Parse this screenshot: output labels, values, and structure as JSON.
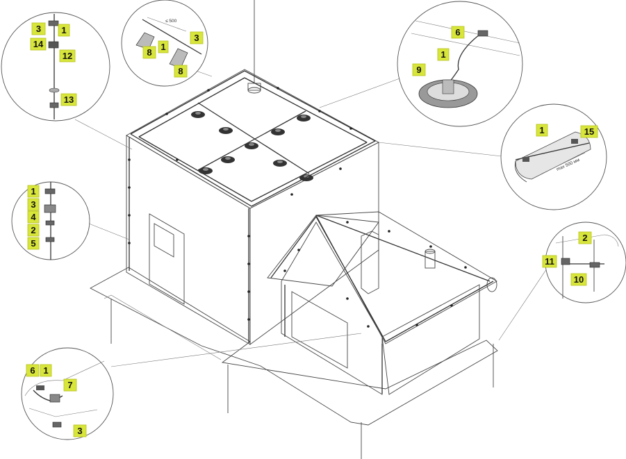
{
  "labels": {
    "circle_top_left": [
      "3",
      "1",
      "14",
      "12",
      "13"
    ],
    "circle_top_middle": [
      "3",
      "8",
      "1",
      "8"
    ],
    "circle_top_right": [
      "6",
      "1",
      "9"
    ],
    "circle_right_ridge": [
      "1",
      "15"
    ],
    "circle_left_middle": [
      "1",
      "3",
      "4",
      "2",
      "5"
    ],
    "circle_bottom_left": [
      "6",
      "1",
      "7",
      "3"
    ],
    "circle_right_bottom": [
      "2",
      "11",
      "10"
    ]
  },
  "dimensions": {
    "bracket_spacing": "≤ 500",
    "ridge_spacing": "max 500 мм"
  },
  "colors": {
    "tag_fill": "#d8e53a",
    "stroke": "#444444",
    "wall_light": "#f2f2f2",
    "wall_mid": "#e4e4e4",
    "wall_dark": "#d2d2d2",
    "roof_flat": "#e0e0e0"
  }
}
